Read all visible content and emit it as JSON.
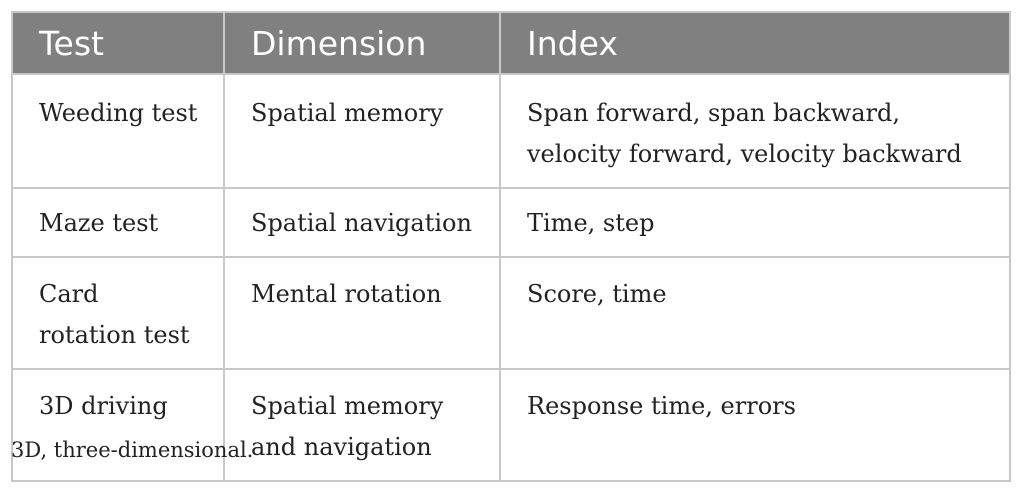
{
  "table": {
    "headers": [
      "Test",
      "Dimension",
      "Index"
    ],
    "rows": [
      [
        "Weeding test",
        "Spatial memory",
        "Span forward, span backward, velocity forward, velocity backward"
      ],
      [
        "Maze test",
        "Spatial navigation",
        "Time, step"
      ],
      [
        "Card rotation test",
        "Mental rotation",
        "Score, time"
      ],
      [
        "3D driving",
        "Spatial memory and navigation",
        "Response time, errors"
      ]
    ]
  },
  "footnote": "3D, three-dimensional."
}
